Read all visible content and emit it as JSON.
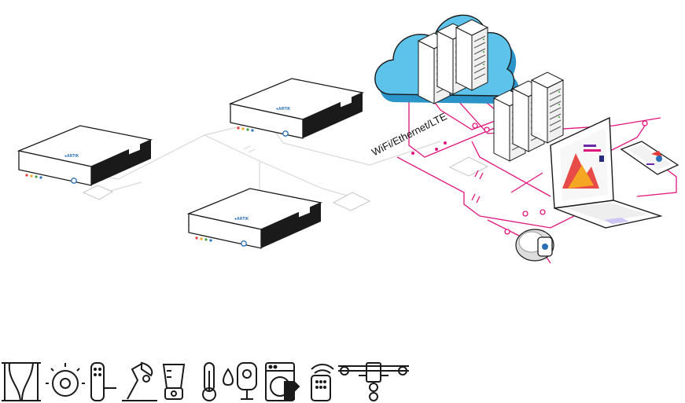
{
  "connection_label": "WiFi/Ethernet/LTE",
  "colors": {
    "link": "#e0157f",
    "cloud": "#5ec3ea",
    "cloud_dark": "#2b95c9",
    "outline": "#1a1a1a",
    "grey_line": "#d9d9d9",
    "brand": "#2a6fb5",
    "status_leds": [
      "#e53935",
      "#f5a623",
      "#43a047",
      "#2a6fb5"
    ]
  },
  "hubs": [
    {
      "id": "hub-left"
    },
    {
      "id": "hub-top"
    },
    {
      "id": "hub-middle"
    }
  ],
  "smart_devices": [
    {
      "icon": "curtains-icon"
    },
    {
      "icon": "smart-bulb-icon"
    },
    {
      "icon": "smart-lock-icon"
    },
    {
      "icon": "desk-lamp-icon"
    },
    {
      "icon": "blender-icon"
    },
    {
      "icon": "thermometer-humidity-icon"
    },
    {
      "icon": "security-camera-icon"
    },
    {
      "icon": "washing-machine-icon"
    },
    {
      "icon": "wifi-remote-icon"
    },
    {
      "icon": "drone-icon"
    }
  ]
}
